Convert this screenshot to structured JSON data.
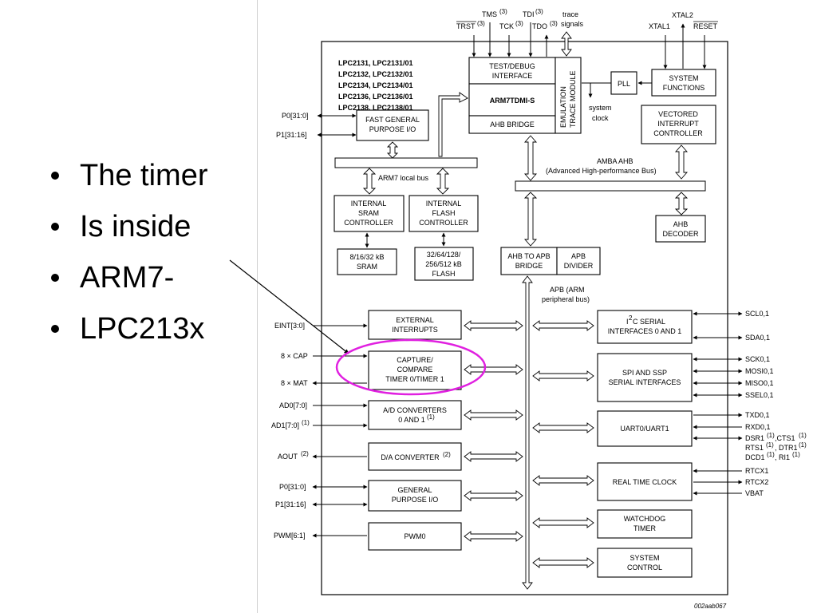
{
  "bullets": [
    "The timer",
    "Is inside",
    "ARM7-",
    "LPC213x"
  ],
  "highlight_color": "#e020e0",
  "diagram": {
    "parts": [
      "LPC2131, LPC2131/01",
      "LPC2132, LPC2132/01",
      "LPC2134, LPC2134/01",
      "LPC2136, LPC2136/01",
      "LPC2138, LPC2138/01"
    ],
    "top_signals": {
      "trst": "TRST",
      "trst_sup": "(3)",
      "tms": "TMS",
      "tms_sup": "(3)",
      "tck": "TCK",
      "tck_sup": "(3)",
      "tdi": "TDI",
      "tdi_sup": "(3)",
      "tdo": "TDO",
      "tdo_sup": "(3)",
      "trace1": "trace",
      "trace2": "signals",
      "xtal2": "XTAL2",
      "xtal1": "XTAL1",
      "reset": "RESET"
    },
    "blocks": {
      "test_debug": [
        "TEST/DEBUG",
        "INTERFACE"
      ],
      "arm_core": "ARM7TDMI-S",
      "ahb_bridge": "AHB BRIDGE",
      "emulation": [
        "EMULATION",
        "TRACE MODULE"
      ],
      "pll": "PLL",
      "system_functions": [
        "SYSTEM",
        "FUNCTIONS"
      ],
      "system_clock": [
        "system",
        "clock"
      ],
      "vic": [
        "VECTORED",
        "INTERRUPT",
        "CONTROLLER"
      ],
      "fast_gpio": [
        "FAST GENERAL",
        "PURPOSE I/O"
      ],
      "arm7_local_bus": "ARM7 local bus",
      "amba_ahb": [
        "AMBA AHB",
        "(Advanced High-performance Bus)"
      ],
      "sram_ctrl": [
        "INTERNAL",
        "SRAM",
        "CONTROLLER"
      ],
      "flash_ctrl": [
        "INTERNAL",
        "FLASH",
        "CONTROLLER"
      ],
      "sram": [
        "8/16/32 kB",
        "SRAM"
      ],
      "flash": [
        "32/64/128/",
        "256/512 kB",
        "FLASH"
      ],
      "ahb_apb_bridge": [
        "AHB TO APB",
        "BRIDGE"
      ],
      "apb_divider": [
        "APB",
        "DIVIDER"
      ],
      "ahb_decoder": [
        "AHB",
        "DECODER"
      ],
      "apb_bus": [
        "APB (ARM",
        "peripheral bus)"
      ],
      "ext_int": [
        "EXTERNAL",
        "INTERRUPTS"
      ],
      "capture": [
        "CAPTURE/",
        "COMPARE",
        "TIMER 0/TIMER 1"
      ],
      "adc": [
        "A/D CONVERTERS",
        "0 AND 1"
      ],
      "adc_sup": "(1)",
      "dac": "D/A CONVERTER",
      "dac_sup": "(2)",
      "gpio": [
        "GENERAL",
        "PURPOSE I/O"
      ],
      "pwm": "PWM0",
      "i2c_a": "I",
      "i2c_sup": "2",
      "i2c_b": "C SERIAL",
      "i2c_2": "INTERFACES 0 AND 1",
      "spi": [
        "SPI AND SSP",
        "SERIAL INTERFACES"
      ],
      "uart": "UART0/UART1",
      "rtc": "REAL TIME CLOCK",
      "wdt": [
        "WATCHDOG",
        "TIMER"
      ],
      "sysctl": [
        "SYSTEM",
        "CONTROL"
      ]
    },
    "left_pins": {
      "p0": "P0[31:0]",
      "p1": "P1[31:16]",
      "eint": "EINT[3:0]",
      "cap": "8 × CAP",
      "mat": "8 × MAT",
      "ad0": "AD0[7:0]",
      "ad1": "AD1[7:0]",
      "ad1_sup": "(1)",
      "aout": "AOUT",
      "aout_sup": "(2)",
      "p0b": "P0[31:0]",
      "p1b": "P1[31:16]",
      "pwm": "PWM[6:1]"
    },
    "right_pins": {
      "scl": "SCL0,1",
      "sda": "SDA0,1",
      "sck": "SCK0,1",
      "mosi": "MOSI0,1",
      "miso": "MISO0,1",
      "ssel": "SSEL0,1",
      "txd": "TXD0,1",
      "rxd": "RXD0,1",
      "dsr": "DSR1",
      "dsr_sup": "(1)",
      "cts": ",CTS1",
      "cts_sup": "(1)",
      "rts": "RTS1",
      "rts_sup": "(1)",
      "dtr": ", DTR1",
      "dtr_sup": "(1)",
      "dcd": "DCD1",
      "dcd_sup": "(1)",
      "ri": ", RI1",
      "ri_sup": "(1)",
      "rtcx1": "RTCX1",
      "rtcx2": "RTCX2",
      "vbat": "VBAT"
    },
    "figure_id": "002aab067"
  }
}
